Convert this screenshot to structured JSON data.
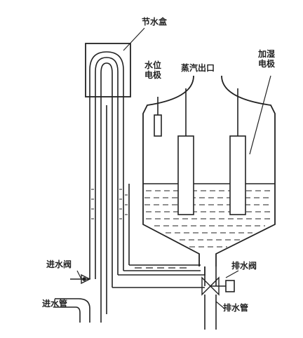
{
  "labels": {
    "water_tray": "节水盒",
    "water_level_electrode": "水位\n电极",
    "steam_outlet": "蒸汽出口",
    "heating_electrode": "加湿\n电极",
    "inlet_valve": "进水阀",
    "inlet_pipe": "进水管",
    "drain_valve": "排水阀",
    "drain_pipe": "排水管"
  }
}
